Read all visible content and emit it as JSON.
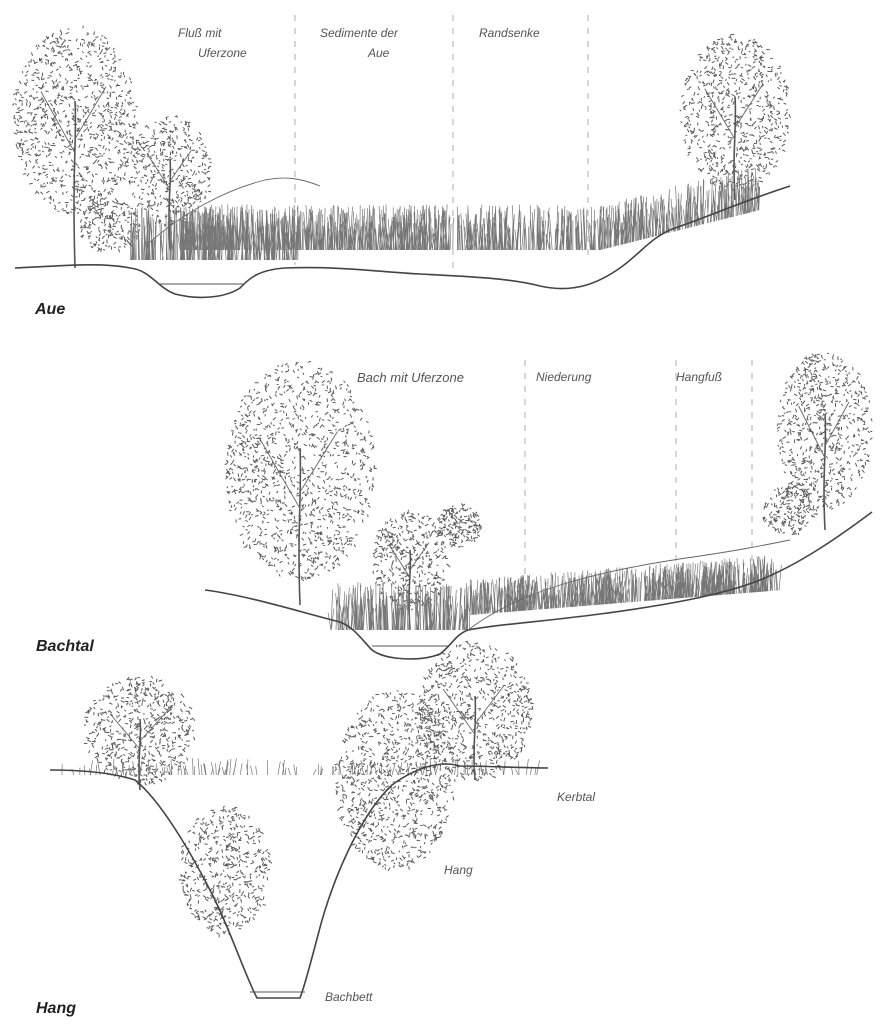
{
  "aue": {
    "title": "Aue",
    "zones": [
      {
        "line1": "Fluß mit",
        "line2": "Uferzone"
      },
      {
        "line1": "Sedimente der",
        "line2": "Aue"
      },
      {
        "line1": "Randsenke",
        "line2": ""
      }
    ]
  },
  "bachtal": {
    "title": "Bachtal",
    "zones": [
      "Bach mit Uferzone",
      "Niederung",
      "Hangfuß"
    ]
  },
  "hang": {
    "title": "Hang",
    "labels": {
      "kerbtal": "Kerbtal",
      "hang": "Hang",
      "bachbett": "Bachbett"
    }
  }
}
